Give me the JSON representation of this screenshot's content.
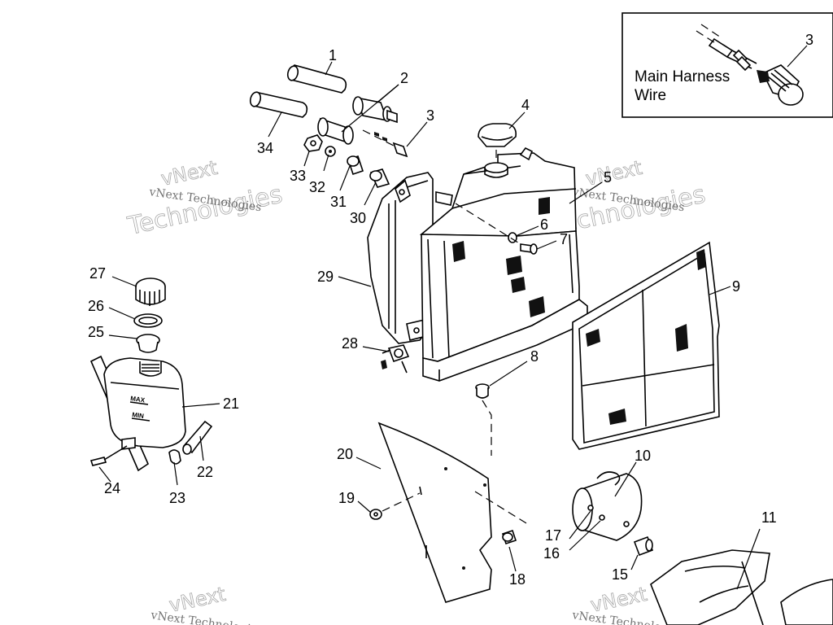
{
  "inset": {
    "caption_line1": "Main Harness",
    "caption_line2": "Wire",
    "part_number": "3"
  },
  "watermark": {
    "brand": "vNext",
    "full": "vNext Technologies",
    "word": "Technologies"
  },
  "gauge_marks": {
    "max": "MAX",
    "min": "MIN"
  },
  "callouts": [
    {
      "id": "1"
    },
    {
      "id": "2"
    },
    {
      "id": "3"
    },
    {
      "id": "4"
    },
    {
      "id": "5"
    },
    {
      "id": "6"
    },
    {
      "id": "7"
    },
    {
      "id": "8"
    },
    {
      "id": "9"
    },
    {
      "id": "10"
    },
    {
      "id": "11"
    },
    {
      "id": "15"
    },
    {
      "id": "16"
    },
    {
      "id": "17"
    },
    {
      "id": "18"
    },
    {
      "id": "19"
    },
    {
      "id": "20"
    },
    {
      "id": "21"
    },
    {
      "id": "22"
    },
    {
      "id": "23"
    },
    {
      "id": "24"
    },
    {
      "id": "25"
    },
    {
      "id": "26"
    },
    {
      "id": "27"
    },
    {
      "id": "28"
    },
    {
      "id": "29"
    },
    {
      "id": "30"
    },
    {
      "id": "31"
    },
    {
      "id": "32"
    },
    {
      "id": "33"
    },
    {
      "id": "34"
    }
  ]
}
